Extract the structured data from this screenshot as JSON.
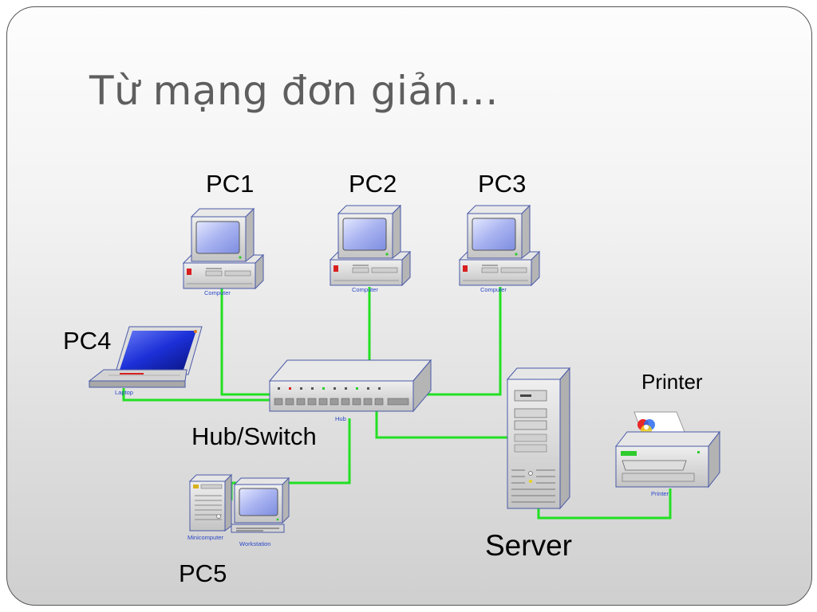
{
  "slide": {
    "title": "Từ mạng đơn giản…"
  },
  "labels": {
    "pc1": "PC1",
    "pc2": "PC2",
    "pc3": "PC3",
    "pc4": "PC4",
    "pc5": "PC5",
    "printer": "Printer",
    "hub_switch": "Hub/Switch",
    "server": "Server"
  },
  "captions": {
    "computer": "Computer",
    "laptop": "Laptop",
    "hub": "Hub",
    "minicomputer": "Minicomputer",
    "workstation": "Workstation",
    "printer": "Printer"
  },
  "colors": {
    "link": "#22e022",
    "device_body": "#d8d8d8",
    "device_outline": "#4a5aa8",
    "screen": "#a9b4ee",
    "caption": "#2a47c8",
    "title": "#5e5e5e"
  }
}
